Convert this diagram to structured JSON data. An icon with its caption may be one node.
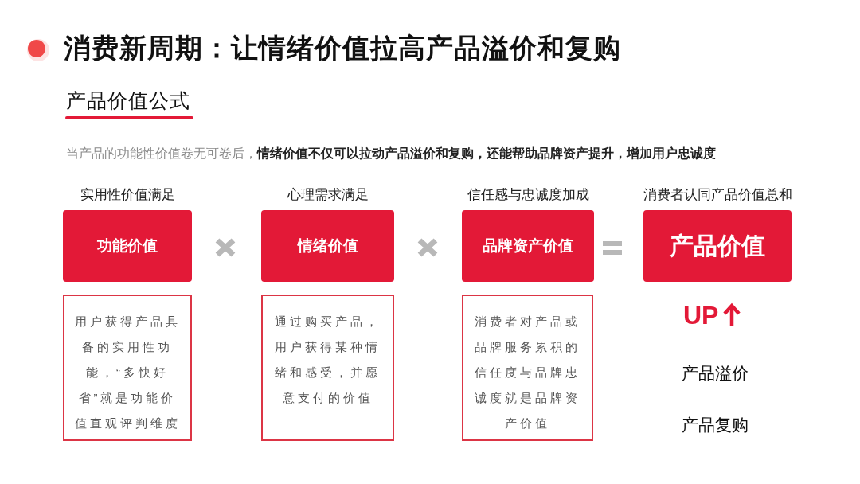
{
  "diagram": {
    "title": "消费新周期：让情绪价值拉高产品溢价和复购",
    "nodes": [
      {
        "text": [
          "实用性价值满足",
          "功能价值"
        ]
      },
      {
        "text": [
          "用户获得产品具备的实用性功能，“多快好省”就是功能价值直观评判维度"
        ]
      },
      {
        "text": [
          "心理需求满足",
          "情绪价值"
        ]
      },
      {
        "text": [
          "通过购买产品，用户获得某种情绪和感受，并愿意支付的价值"
        ]
      },
      {
        "text": [
          "信任感与忠诚度加成",
          "品牌资产价值"
        ]
      },
      {
        "text": [
          "消费者对产品或品牌服务累积的信任度与品牌忠诚度就是品牌资产价值"
        ]
      },
      {
        "text": [
          "消费者认同产品价值总和",
          "产品价值"
        ]
      }
    ],
    "labels": [
      "产品价值公式",
      "当产品的功能性价值卷无可卷后，**情绪价值不仅可以拉动产品溢价和复购，还能帮助品牌资产提升，增加用户忠诚度**",
      "UP",
      "产品溢价",
      "产品复购"
    ]
  }
}
